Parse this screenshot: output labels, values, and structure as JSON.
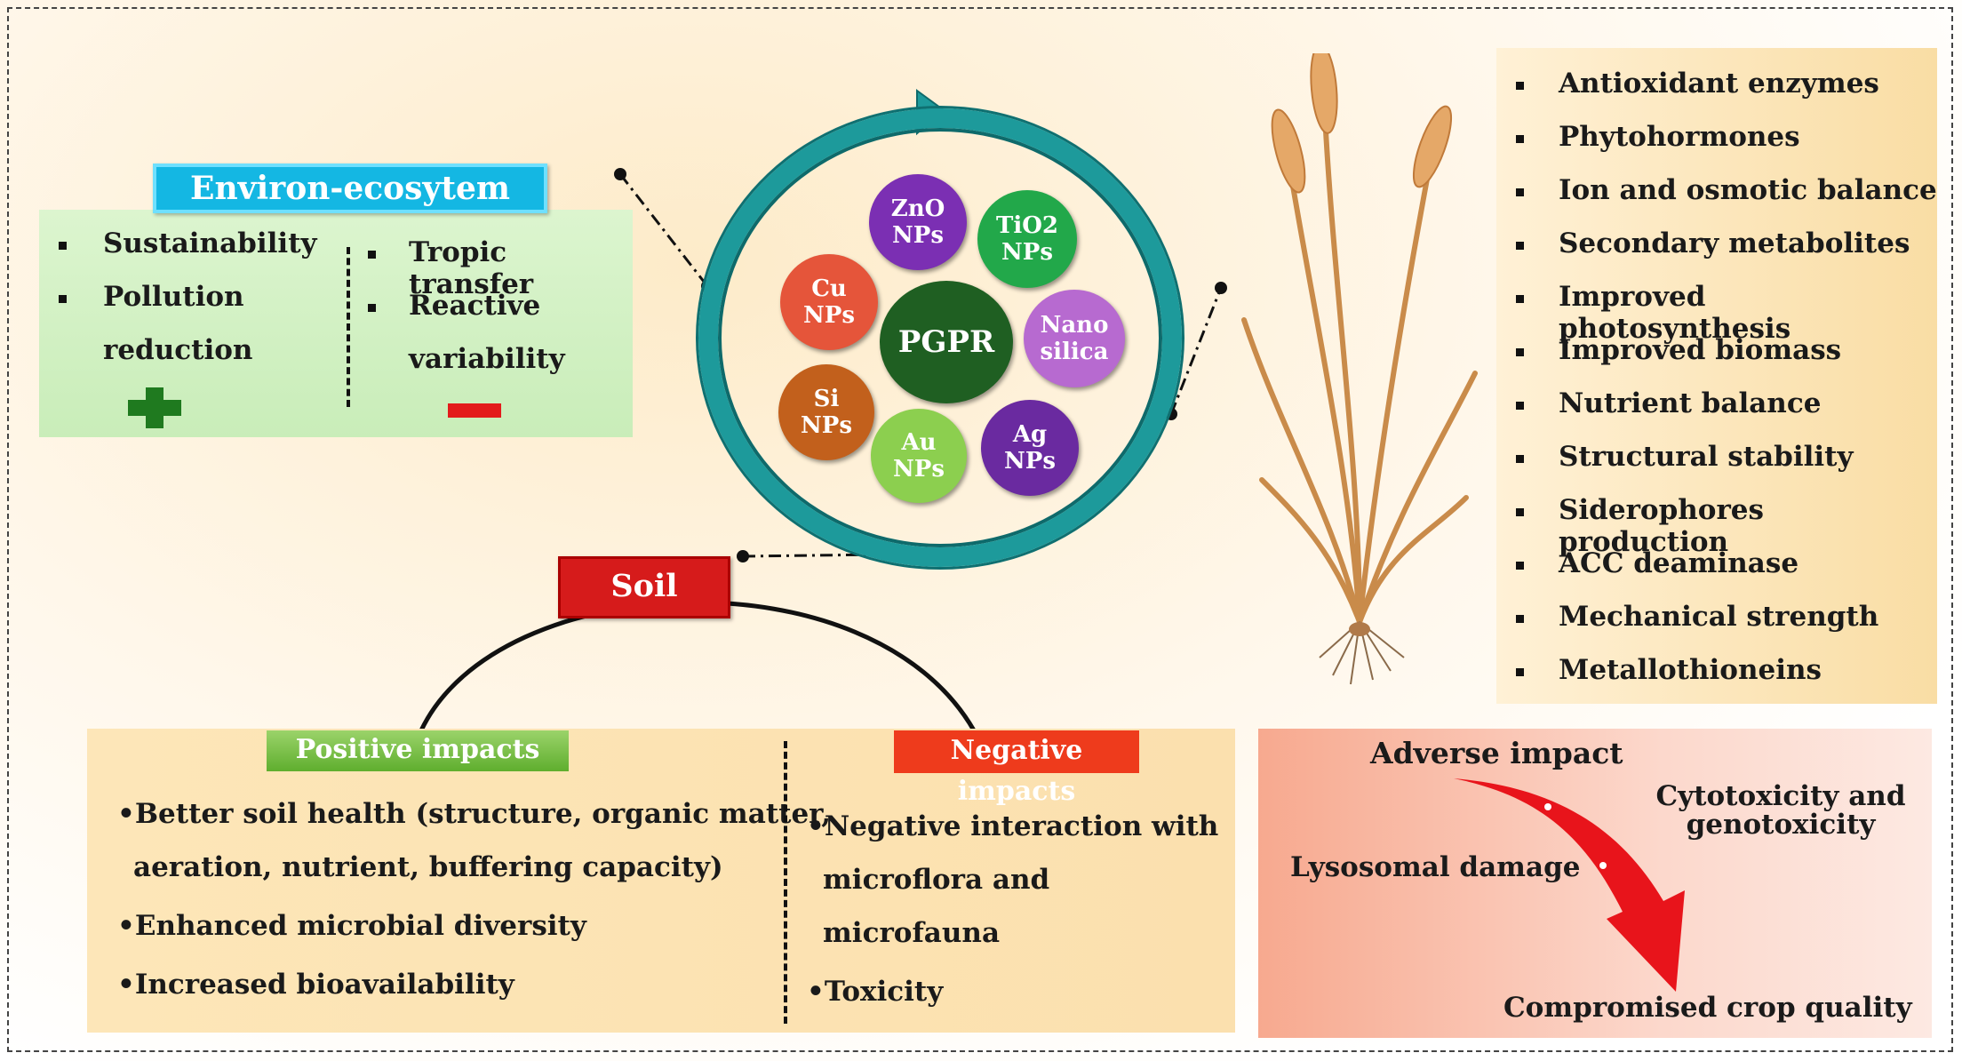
{
  "environ": {
    "title": "Environ-ecosytem",
    "positives": [
      "Sustainability",
      "Pollution",
      "reduction"
    ],
    "negatives": [
      "Tropic transfer",
      "Reactive",
      "variability"
    ]
  },
  "nanoparticles": {
    "center": "PGPR",
    "items": [
      {
        "l1": "ZnO",
        "l2": "NPs",
        "color": "#7b2fb3"
      },
      {
        "l1": "TiO2",
        "l2": "NPs",
        "color": "#22a84a"
      },
      {
        "l1": "Nano",
        "l2": "silica",
        "color": "#b76ad0"
      },
      {
        "l1": "Ag",
        "l2": "NPs",
        "color": "#6a2aa0"
      },
      {
        "l1": "Au",
        "l2": "NPs",
        "color": "#8ccf4f"
      },
      {
        "l1": "Si",
        "l2": "NPs",
        "color": "#c2601c"
      },
      {
        "l1": "Cu",
        "l2": "NPs",
        "color": "#e5553a"
      }
    ],
    "center_color": "#1f5f22",
    "ring_color": "#1d9a9b"
  },
  "soil": {
    "title": "Soil",
    "positive_label": "Positive impacts",
    "negative_label": "Negative impacts",
    "positive_items": [
      "Better soil health (structure, organic matter,",
      "aeration, nutrient, buffering capacity)",
      "Enhanced microbial diversity",
      "Increased bioavailability"
    ],
    "negative_items": [
      "Negative interaction with",
      "microflora and",
      "microfauna",
      "Toxicity"
    ]
  },
  "plant_effects": [
    "Antioxidant enzymes",
    "Phytohormones",
    "Ion and osmotic balance",
    "Secondary metabolites",
    "Improved photosynthesis",
    "Improved biomass",
    "Nutrient balance",
    "Structural stability",
    "Siderophores production",
    "ACC deaminase",
    "Mechanical strength",
    "Metallothioneins"
  ],
  "adverse": {
    "title": "Adverse impact",
    "cyto_1": "Cytotoxicity and",
    "cyto_2": "genotoxicity",
    "lysosomal": "Lysosomal damage",
    "crop": "Compromised crop quality",
    "arrow_color": "#e8141b"
  }
}
